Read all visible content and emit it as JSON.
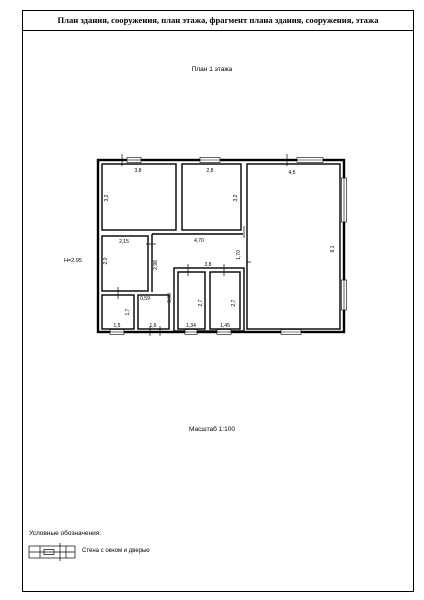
{
  "header": {
    "title": "План здания, сооружения, план этажа, фрагмент плана здания, сооружения, этажа"
  },
  "plan": {
    "floor_title": "План 1 этажа",
    "height_label": "H=2.95",
    "dims": {
      "room1_w": "3,8",
      "room1_h": "3,2",
      "room2_w": "2,8",
      "room2_h": "3,2",
      "room3_w": "4,5",
      "room3_h": "8,1",
      "hall_w": "4,70",
      "hall_h": "1,70",
      "room4_w": "2,15",
      "room4_h": "2,0",
      "corr_h": "2,98",
      "block_w": "3,8",
      "wc1_w": "1,34",
      "wc1_h": "2,7",
      "wc2_w": "1,45",
      "wc2_h": "2,7",
      "left_w": "1,5",
      "left_h": "1,7",
      "mid_w": "1,6",
      "mid_h": "3,00",
      "mid_small": "0,59"
    }
  },
  "scale": "Масштаб 1:100",
  "legend": {
    "title": "Условные обозначения:",
    "wall_text": "Стена с окном и дверью"
  }
}
